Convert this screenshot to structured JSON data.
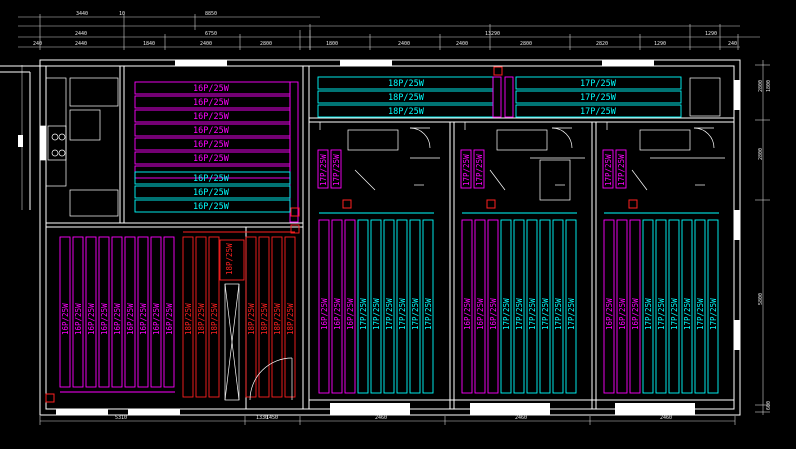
{
  "colors": {
    "background": "#000000",
    "wall": "#ffffff",
    "magenta": "#ff00ff",
    "cyan": "#00ffff",
    "red": "#ff2020",
    "dimension": "#d0d0d0"
  },
  "labels": {
    "m16": "16P/25W",
    "m17": "17P/25W",
    "m17_top": "17P/25W",
    "cyan_top_left": "18P/25W",
    "cyan_top_right": "17P/25W",
    "red_rack": "18P/25W"
  },
  "top_dimensions_row1": [
    "3440",
    "10",
    "8850"
  ],
  "top_dimensions_row2": [
    "2440",
    "6750",
    "13290",
    "1290"
  ],
  "top_dimensions_row3": [
    "240",
    "2440",
    "1840",
    "2400",
    "2800",
    "1800",
    "2400",
    "2400",
    "2800",
    "2820",
    "1290",
    "240"
  ],
  "bottom_dimensions": [
    "5310",
    "1330",
    "1450",
    "2460",
    "2460",
    "2460"
  ],
  "right_dimensions": [
    "2800",
    "2800",
    "5800",
    "1800",
    "600"
  ]
}
